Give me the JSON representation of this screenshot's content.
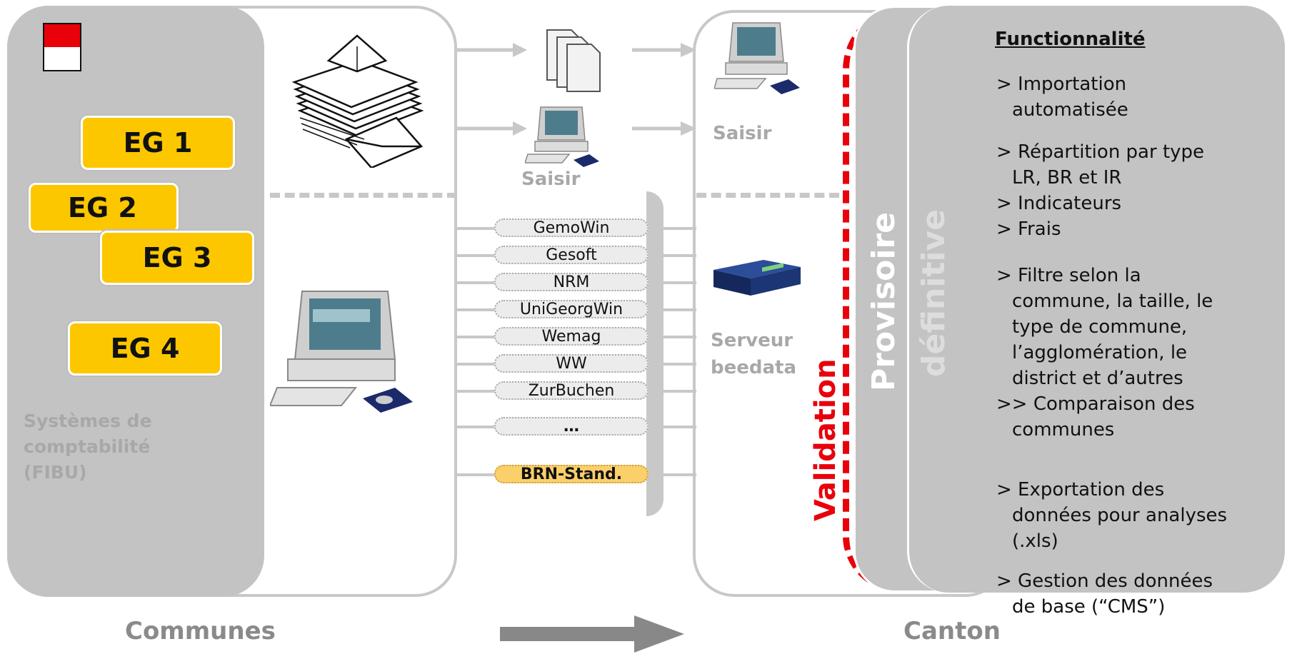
{
  "eg_boxes": [
    "EG 1",
    "EG 2",
    "EG 3",
    "EG 4"
  ],
  "fibu_label": [
    "Systèmes de",
    "comptabilité",
    "(FIBU)"
  ],
  "saisir_mid": "Saisir",
  "saisir_right": "Saisir",
  "software": [
    "GemoWin",
    "Gesoft",
    "NRM",
    "UniGeorgWin",
    "Wemag",
    "WW",
    "ZurBuchen",
    "…"
  ],
  "brn_standard": "BRN-Stand.",
  "server_label": [
    "Serveur",
    "beedata"
  ],
  "validation": "Validation",
  "provisoire": "Provisoire",
  "definitive": "définitive",
  "functionality": {
    "title": "Functionnalité",
    "items": [
      [
        "> Importation",
        "  automatisée"
      ],
      [
        "> Répartition par type",
        "  LR, BR et IR",
        "> Indicateurs",
        "> Frais"
      ],
      [
        "> Filtre selon la",
        "  commune, la taille, le",
        "  type de commune,",
        "  l’agglomération, le",
        "  district et d’autres",
        ">> Comparaison des",
        "  communes"
      ],
      [
        "> Exportation des",
        "  données pour analyses",
        "  (.xls)"
      ],
      [
        "> Gestion des données",
        "  de base (“CMS”)"
      ]
    ]
  },
  "communes_label": "Communes",
  "canton_label": "Canton",
  "colors": {
    "yellow": "#fdc700",
    "panel_gray": "#c3c3c3",
    "red_dash": "#e8000b",
    "highlight": "#fbcf6a"
  }
}
